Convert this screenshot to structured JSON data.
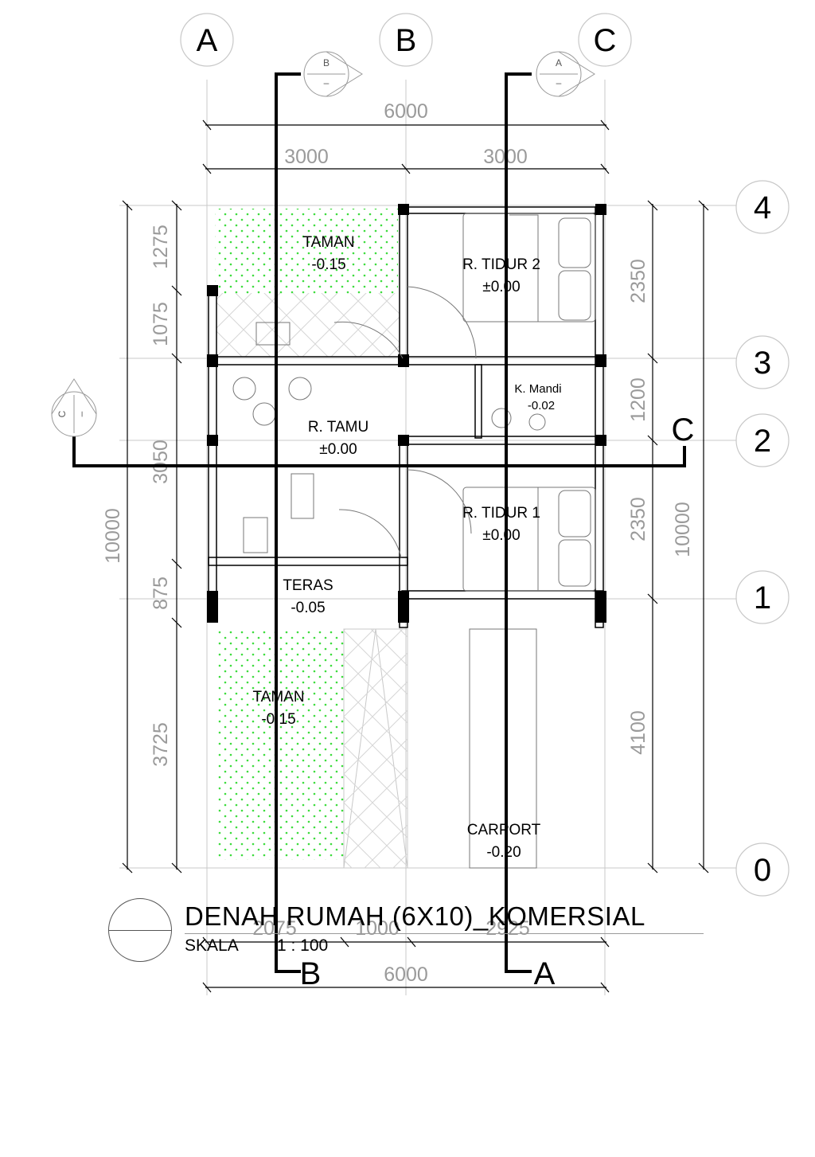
{
  "drawing": {
    "title": "DENAH RUMAH (6X10)_KOMERSIAL",
    "scale_label": "SKALA",
    "scale_value": "1 : 100"
  },
  "grid_axes": {
    "columns": [
      "A",
      "B",
      "C"
    ],
    "rows": [
      "4",
      "3",
      "2",
      "1",
      "0"
    ]
  },
  "section_markers": {
    "top_b": {
      "letter": "B",
      "sheet": "–"
    },
    "top_a": {
      "letter": "A",
      "sheet": "–"
    },
    "left_c": {
      "letter": "C",
      "sheet": "–"
    },
    "cut_c_label": "C",
    "cut_b_label": "B",
    "cut_a_label": "A"
  },
  "dimensions": {
    "top_total": "6000",
    "top_left": "3000",
    "top_right": "3000",
    "bottom_left": "2075",
    "bottom_mid": "1000",
    "bottom_right": "2925",
    "bottom_total": "6000",
    "left_1": "1275",
    "left_2": "1075",
    "left_3": "3050",
    "left_4": "875",
    "left_5": "3725",
    "left_total": "10000",
    "right_1": "2350",
    "right_2": "1200",
    "right_3": "2350",
    "right_4": "4100",
    "right_total": "10000"
  },
  "rooms": {
    "taman_top": {
      "name": "TAMAN",
      "level": "-0.15"
    },
    "tidur_2": {
      "name": "R. TIDUR 2",
      "level": "±0.00"
    },
    "mandi": {
      "name": "K. Mandi",
      "level": "-0.02"
    },
    "tamu": {
      "name": "R. TAMU",
      "level": "±0.00"
    },
    "tidur_1": {
      "name": "R. TIDUR 1",
      "level": "±0.00"
    },
    "teras": {
      "name": "TERAS",
      "level": "-0.05"
    },
    "taman_bottom": {
      "name": "TAMAN",
      "level": "-0.15"
    },
    "carport": {
      "name": "CARPORT",
      "level": "-0.20"
    }
  },
  "colors": {
    "garden_dots": "#3ddc3d",
    "dim_gray": "#9a9a9a",
    "wall_black": "#000000"
  }
}
